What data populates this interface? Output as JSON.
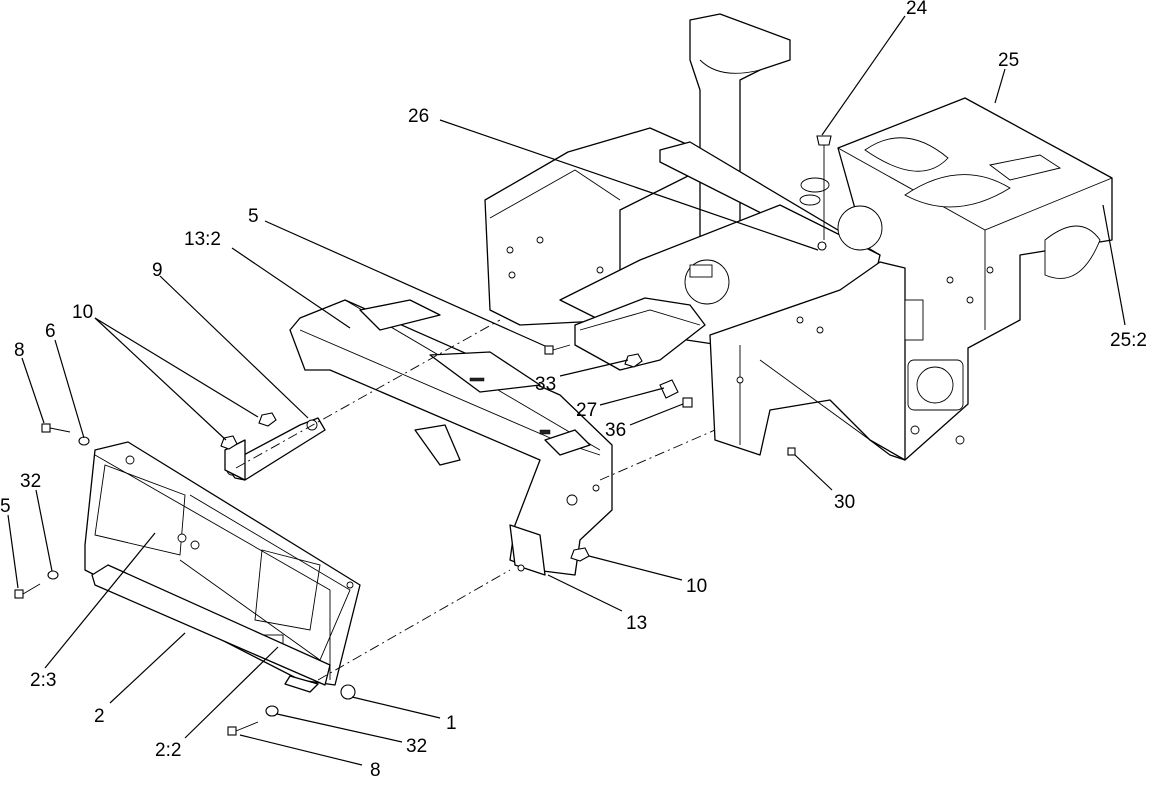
{
  "callouts": [
    {
      "id": "c24",
      "label": "24"
    },
    {
      "id": "c25",
      "label": "25"
    },
    {
      "id": "c26",
      "label": "26"
    },
    {
      "id": "c5a",
      "label": "5"
    },
    {
      "id": "c13_2",
      "label": "13:2"
    },
    {
      "id": "c9",
      "label": "9"
    },
    {
      "id": "c10a",
      "label": "10"
    },
    {
      "id": "c6",
      "label": "6"
    },
    {
      "id": "c8a",
      "label": "8"
    },
    {
      "id": "c32a",
      "label": "32"
    },
    {
      "id": "c5b",
      "label": "5"
    },
    {
      "id": "c2_3",
      "label": "2:3"
    },
    {
      "id": "c2",
      "label": "2"
    },
    {
      "id": "c2_2",
      "label": "2:2"
    },
    {
      "id": "c1",
      "label": "1"
    },
    {
      "id": "c32b",
      "label": "32"
    },
    {
      "id": "c8b",
      "label": "8"
    },
    {
      "id": "c13",
      "label": "13"
    },
    {
      "id": "c10b",
      "label": "10"
    },
    {
      "id": "c30",
      "label": "30"
    },
    {
      "id": "c36",
      "label": "36"
    },
    {
      "id": "c27",
      "label": "27"
    },
    {
      "id": "c33",
      "label": "33"
    },
    {
      "id": "c25_2",
      "label": "25:2"
    }
  ]
}
